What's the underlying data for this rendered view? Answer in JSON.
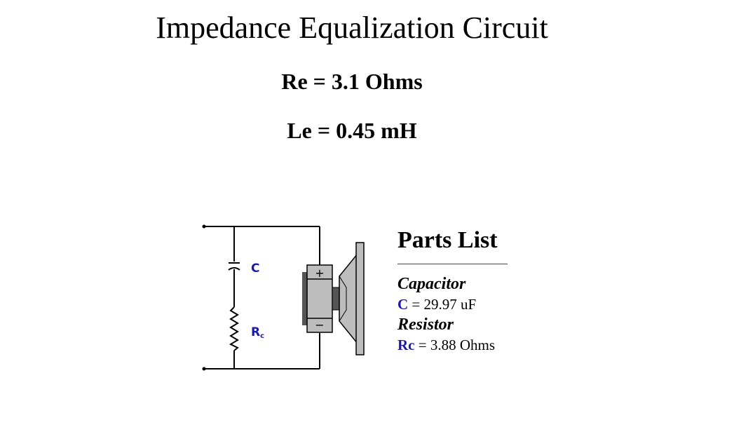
{
  "title": "Impedance Equalization Circuit",
  "params": {
    "re": "Re = 3.1 Ohms",
    "le": "Le = 0.45 mH"
  },
  "circuit": {
    "capacitor_label": "C",
    "resistor_label_main": "R",
    "resistor_label_sub": "c",
    "plus_sign": "+",
    "minus_sign": "−",
    "colors": {
      "wire": "#000000",
      "label": "#1a1aa8",
      "speaker_body": "#bdbdbd",
      "speaker_dark": "#555555"
    }
  },
  "parts_list": {
    "title": "Parts List",
    "items": [
      {
        "type": "Capacitor",
        "symbol": "C",
        "value": " = 29.97 uF"
      },
      {
        "type": "Resistor",
        "symbol": "Rc",
        "value": " = 3.88 Ohms"
      }
    ]
  }
}
